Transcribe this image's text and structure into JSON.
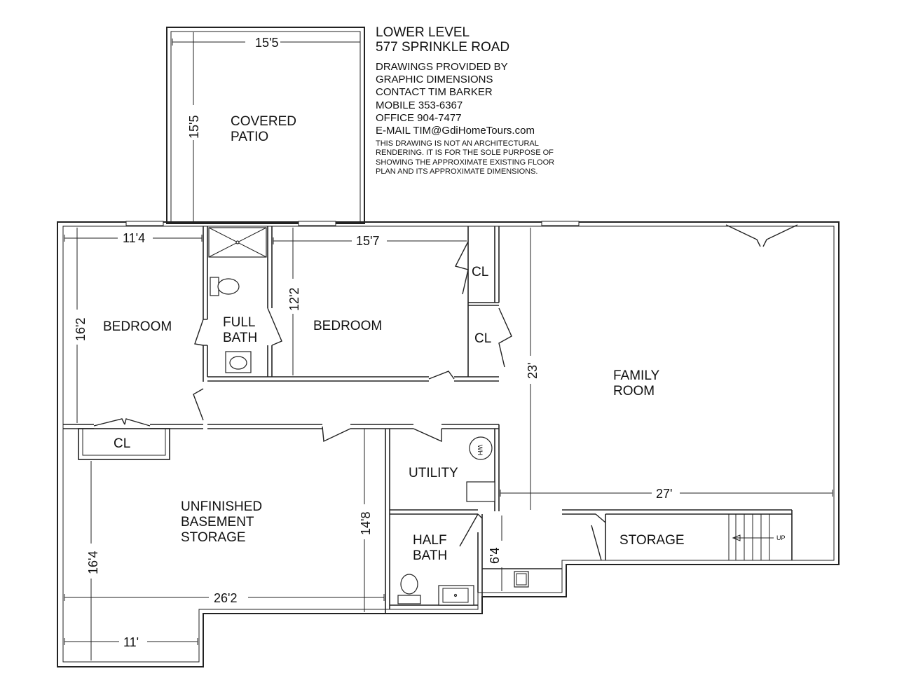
{
  "header": {
    "title_lines": [
      "LOWER LEVEL",
      "577 SPRINKLE ROAD"
    ]
  },
  "credits": {
    "lines": [
      "DRAWINGS PROVIDED BY",
      "GRAPHIC DIMENSIONS",
      "CONTACT TIM BARKER",
      "MOBILE 353-6367",
      "OFFICE 904-7477",
      "E-MAIL TIM@GdiHomeTours.com"
    ]
  },
  "disclaimer": {
    "lines": [
      "THIS DRAWING IS NOT AN ARCHITECTURAL",
      "RENDERING. IT IS FOR THE SOLE PURPOSE OF",
      "SHOWING THE APPROXIMATE EXISTING FLOOR",
      "PLAN AND ITS APPROXIMATE  DIMENSIONS."
    ]
  },
  "rooms": {
    "covered_patio": [
      "COVERED",
      "PATIO"
    ],
    "bedroom_left": "BEDROOM",
    "full_bath": [
      "FULL",
      "BATH"
    ],
    "bedroom_right": "BEDROOM",
    "closet_upper": "CL",
    "closet_lower": "CL",
    "closet_bedroom": "CL",
    "family_room": [
      "FAMILY",
      "ROOM"
    ],
    "utility": "UTILITY",
    "unfinished_basement": [
      "UNFINISHED",
      "BASEMENT",
      "STORAGE"
    ],
    "half_bath": [
      "HALF",
      "BATH"
    ],
    "storage": "STORAGE"
  },
  "labels": {
    "water_heater": "WH",
    "stairs_up": "UP"
  },
  "dimensions": {
    "patio_width": "15'5",
    "patio_depth": "15'5",
    "bedroom_left_width": "11'4",
    "bedroom_left_depth": "16'2",
    "bedroom_right_width": "15'7",
    "bedroom_right_depth": "12'2",
    "family_room_depth": "23'",
    "family_room_width": "27'",
    "basement_depth_right": "14'8",
    "basement_depth_left": "16'4",
    "basement_width": "26'2",
    "basement_notch_width": "11'",
    "hall_depth": "6'4"
  }
}
